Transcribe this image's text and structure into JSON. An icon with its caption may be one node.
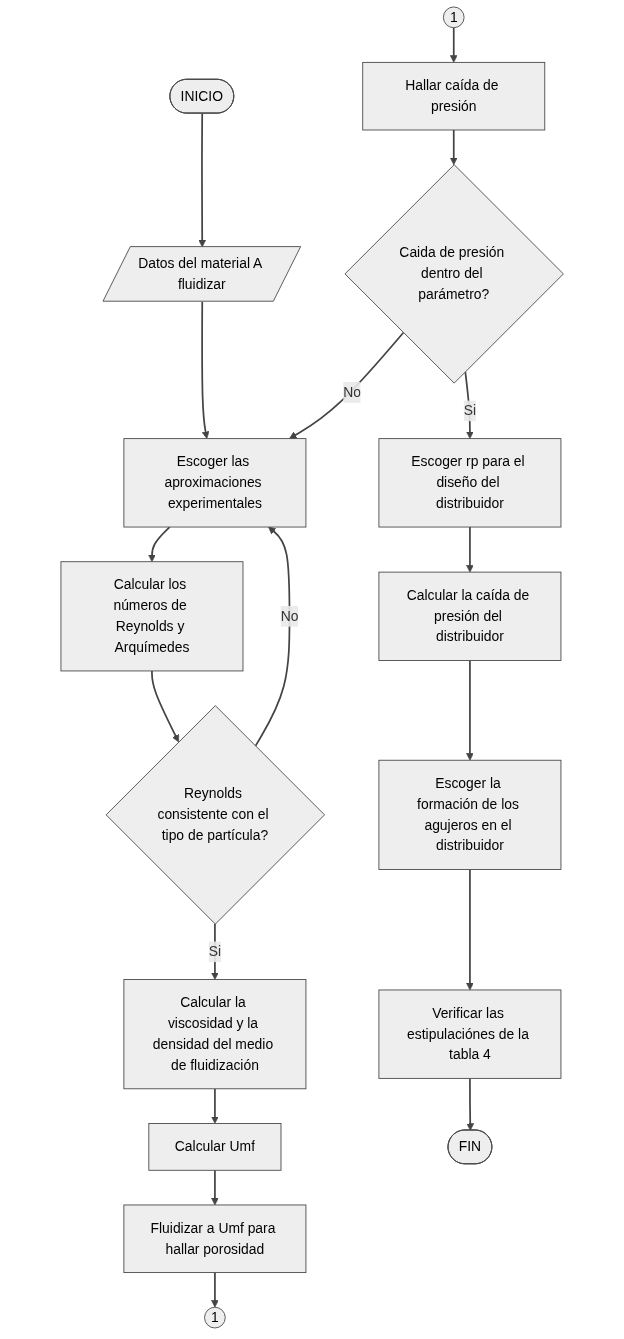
{
  "diagram": {
    "nodes": [
      {
        "text": [
          "INICIO"
        ]
      },
      {
        "text": [
          "Datos del material A fluidizar"
        ]
      },
      {
        "text": [
          "Escoger las aproximaciones experimentales"
        ]
      },
      {
        "text": [
          "Calcular los números de Reynolds y Arquímedes"
        ]
      },
      {
        "text": [
          "Reynolds consistente con el tipo de partícula?"
        ]
      },
      {
        "text": [
          "Calcular la viscosidad y la densidad del medio de fluidización"
        ]
      },
      {
        "text": [
          "Calcular Umf"
        ]
      },
      {
        "text": [
          "Fluidizar a Umf para hallar porosidad"
        ]
      },
      {
        "text": [
          "1"
        ]
      },
      {
        "text": [
          "1"
        ]
      },
      {
        "text": [
          "Hallar caída de presión"
        ]
      },
      {
        "text": [
          "Caida de presión dentro del parámetro?"
        ]
      },
      {
        "text": [
          "Escoger rp para el diseño del distribuidor"
        ]
      },
      {
        "text": [
          "Calcular la caída de presión del distribuidor"
        ]
      },
      {
        "text": [
          "Escoger la formación de los agujeros en el distribuidor"
        ]
      },
      {
        "text": [
          "Verificar las estipulaciónes de la tabla 4"
        ]
      },
      {
        "text": [
          "FIN"
        ]
      }
    ],
    "edges": [
      {
        "from": 0,
        "to": 1,
        "arrow": "to"
      },
      {
        "from": 1,
        "to": 2,
        "arrow": "to"
      },
      {
        "from": 2,
        "to": 3,
        "arrow": "to"
      },
      {
        "from": 3,
        "to": 4,
        "arrow": "to"
      },
      {
        "from": 4,
        "to": 2,
        "arrow": "to",
        "label": "No"
      },
      {
        "from": 4,
        "to": 5,
        "arrow": "to",
        "label": "Si"
      },
      {
        "from": 5,
        "to": 6,
        "arrow": "to"
      },
      {
        "from": 6,
        "to": 7,
        "arrow": "to"
      },
      {
        "from": 7,
        "to": 8,
        "arrow": "to"
      },
      {
        "from": 9,
        "to": 10,
        "arrow": "to"
      },
      {
        "from": 10,
        "to": 11,
        "arrow": "to"
      },
      {
        "from": 11,
        "to": 2,
        "arrow": "to",
        "label": "No"
      },
      {
        "from": 11,
        "to": 12,
        "arrow": "to",
        "label": "Si"
      },
      {
        "from": 12,
        "to": 13,
        "arrow": "to"
      },
      {
        "from": 13,
        "to": 14,
        "arrow": "to"
      },
      {
        "from": 14,
        "to": 15,
        "arrow": "to"
      },
      {
        "from": 15,
        "to": 16,
        "arrow": "to"
      }
    ]
  }
}
